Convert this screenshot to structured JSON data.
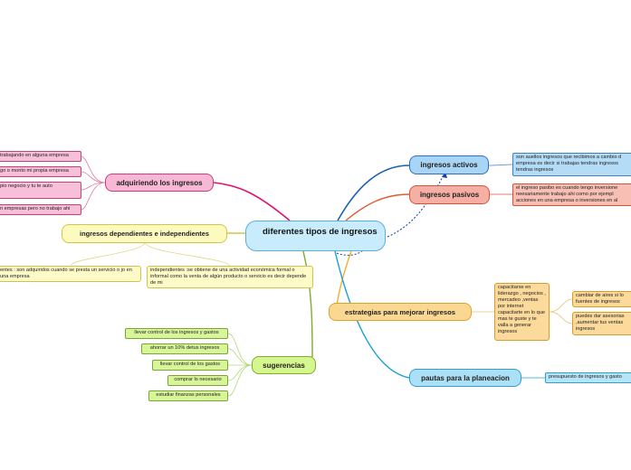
{
  "center": "diferentes tipos de ingresos",
  "branches": {
    "adquiriendo": "adquiriendo los ingresos",
    "dependientes": "ingresos dependientes e independientes",
    "sugerencias": "sugerencias",
    "activos": "ingresos activos",
    "pasivos": "ingresos pasivos",
    "estrategias": "estrategias para mejorar ingresos",
    "pautas": "pautas para la planeacion"
  },
  "leaves": {
    "adq1": "trabajando en alguna empresa",
    "adq2": "go o monto mi propia empresa",
    "adq3": "pio negocio y tu te auto",
    "adq4": "n empresas pero no trabajo ahi",
    "dep1": "entes : son adquiridos cuando se presta un servicio o jo en una empresa",
    "dep2": "independientes :se obtiene de una actividad económica formal o informal como la venta de algún producto o servicio es decir depende de mi",
    "sug1": "llevar control de los ingresos y gastos",
    "sug2": "ahorrar un 10% detus ingresos",
    "sug3": "llevar control de los gastos",
    "sug4": "comprar lo necesario",
    "sug5": "estudiar finanzas personales",
    "act1": "son auellos ingresos que recibimos a cambio d empresa es decir si trabajas tendras ingresos tendras ingresos",
    "pas1": "el ingreso pasibo es cuando tengo inversione neesariamente trabajo ahi como por ejempl acciones en una empresa o inversiones en al",
    "est1": "capacitarse en liderazgo , negocios , mercadeo ,ventas por internet capacitarte en lo que mas te guste y te valla a generar ingresos",
    "est2": "cambiar de aires si lo fuentes de ingresos",
    "est3": "puedes dar asesorias ,aumentar tus ventas ingresos",
    "pau1": "presupuesto de ingresos y gasto"
  }
}
